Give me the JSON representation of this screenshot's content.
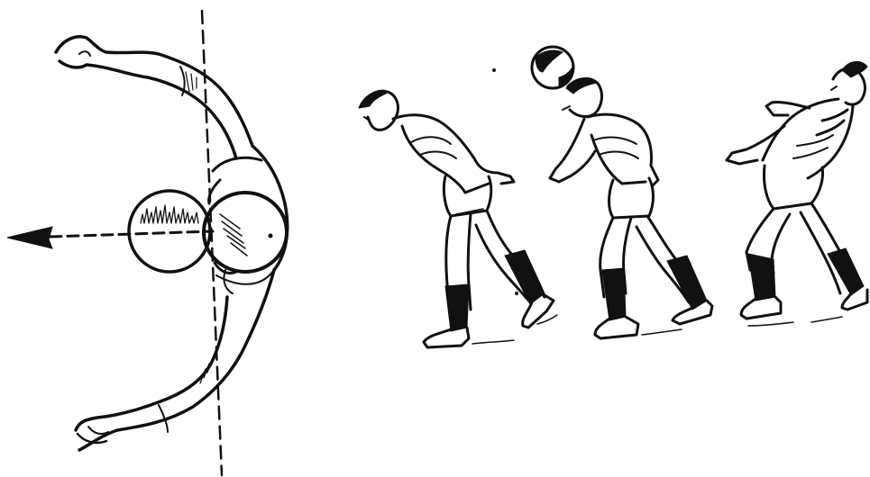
{
  "figure": {
    "left_panel": {
      "view": "top-view",
      "arrow_direction": "left"
    },
    "right_panel": {
      "figure_count": 3
    }
  },
  "colors": {
    "ink": "#111111",
    "paper": "#ffffff"
  }
}
